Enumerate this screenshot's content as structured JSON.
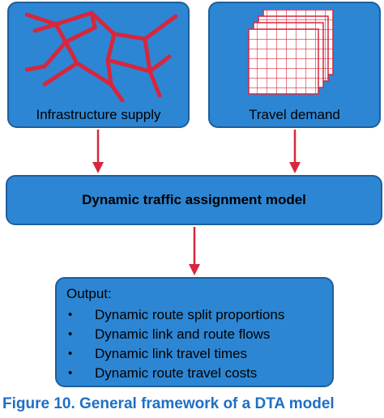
{
  "boxes": {
    "infrastructure": {
      "label": "Infrastructure supply",
      "icon": "road-network-icon"
    },
    "demand": {
      "label": "Travel demand",
      "icon": "od-matrix-stack-icon"
    },
    "model": {
      "label": "Dynamic traffic assignment model"
    },
    "output": {
      "title": "Output:",
      "items": [
        "Dynamic route split proportions",
        "Dynamic link and route flows",
        "Dynamic link travel times",
        "Dynamic route travel costs"
      ]
    }
  },
  "caption": "Figure 10. General framework of a DTA model",
  "colors": {
    "box_fill": "#2d86d3",
    "box_border": "#1d5f9c",
    "accent_red": "#d7263d",
    "caption_blue": "#1f6fc5"
  }
}
